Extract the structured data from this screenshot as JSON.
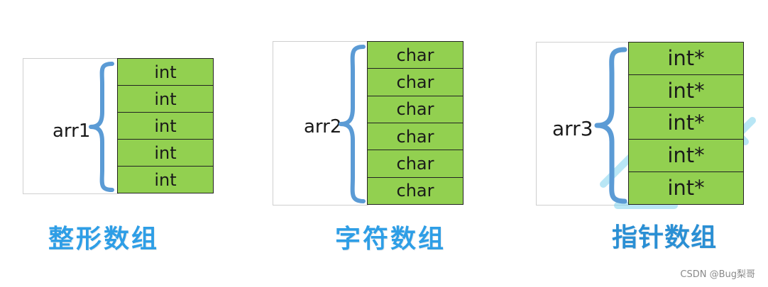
{
  "colors": {
    "cell_fill": "#92d050",
    "cell_border": "#222222",
    "brace": "#5b9bd5",
    "caption": "#2e9ee6",
    "caption_dark": "#2a8fd4"
  },
  "arrays": [
    {
      "label": "arr1",
      "element_type": "int",
      "cells": [
        "int",
        "int",
        "int",
        "int",
        "int"
      ],
      "caption": "整形数组"
    },
    {
      "label": "arr2",
      "element_type": "char",
      "cells": [
        "char",
        "char",
        "char",
        "char",
        "char",
        "char"
      ],
      "caption": "字符数组"
    },
    {
      "label": "arr3",
      "element_type": "int*",
      "cells": [
        "int*",
        "int*",
        "int*",
        "int*",
        "int*"
      ],
      "caption": "指针数组"
    }
  ],
  "credit": "CSDN @Bug梨哥"
}
